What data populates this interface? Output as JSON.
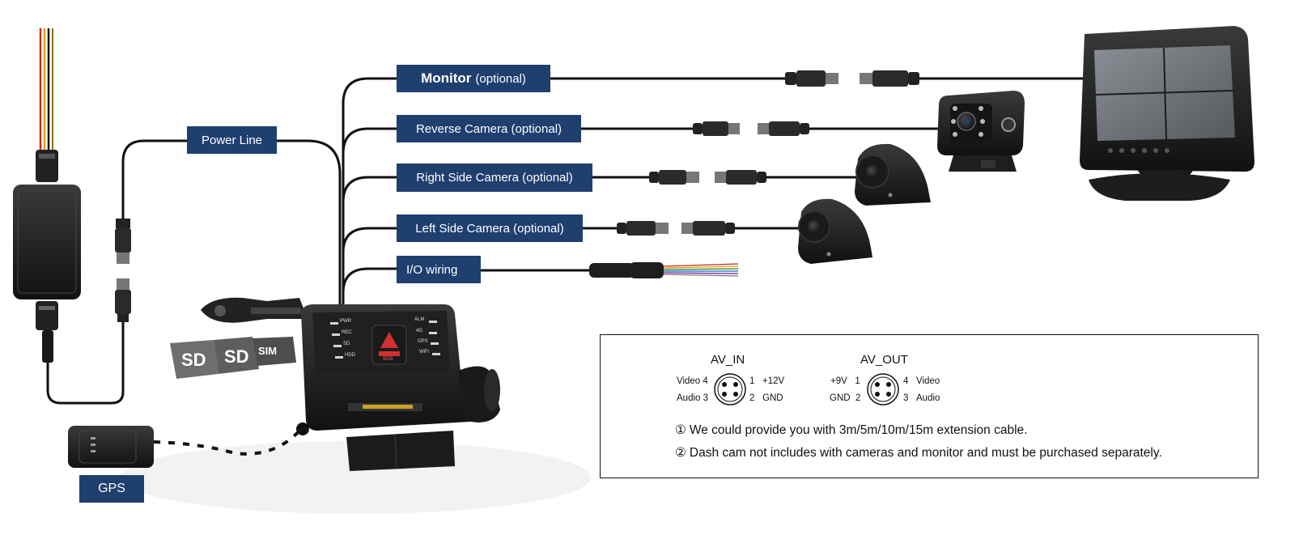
{
  "labels": {
    "power_line": "Power Line",
    "monitor_main": "Monitor",
    "monitor_sub": "(optional)",
    "reverse_camera": "Reverse Camera (optional)",
    "right_side_camera": "Right Side Camera (optional)",
    "left_side_camera": "Left Side Camera (optional)",
    "io_wiring": "I/O wiring",
    "gps": "GPS"
  },
  "sd_cards": {
    "sd1": "SD",
    "sd2": "SD",
    "sim": "SIM"
  },
  "dashcam": {
    "leds_left": [
      "PWR",
      "REC",
      "SD",
      "HDD"
    ],
    "leds_right": [
      "ALM",
      "4G",
      "GPS",
      "WiFi"
    ],
    "button_label": "SOS"
  },
  "pinouts": {
    "av_in": {
      "title": "AV_IN",
      "pin1": "+12V",
      "pin2": "GND",
      "pin3": "Audio",
      "pin4": "Video",
      "n1": "1",
      "n2": "2",
      "n3": "3",
      "n4": "4"
    },
    "av_out": {
      "title": "AV_OUT",
      "pin1": "+9V",
      "pin2": "GND",
      "pin3": "Audio",
      "pin4": "Video",
      "n1": "1",
      "n2": "2",
      "n3": "3",
      "n4": "4"
    }
  },
  "notes": [
    {
      "num": "①",
      "text": "We could provide you with 3m/5m/10m/15m extension cable."
    },
    {
      "num": "②",
      "text": "Dash cam not includes with cameras and monitor and must be purchased separately."
    }
  ],
  "colors": {
    "label_bg": "#1f3f6f",
    "label_text": "#ffffff",
    "cable": "#111111"
  }
}
